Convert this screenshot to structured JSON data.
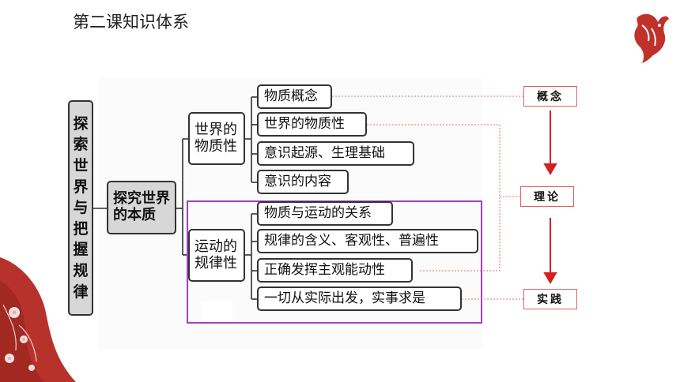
{
  "title": "第二课知识体系",
  "root": [
    "探",
    "索",
    "世",
    "界",
    "与",
    "把",
    "握",
    "规",
    "律"
  ],
  "level2": "探究世界的本质",
  "level3": [
    {
      "label": "世界的物质性",
      "children": [
        "物质概念",
        "世界的物质性",
        "意识起源、生理基础",
        "意识的内容"
      ]
    },
    {
      "label": "运动的规律性",
      "children": [
        "物质与运动的关系",
        "规律的含义、客观性、普遍性",
        "正确发挥主观能动性",
        "一切从实际出发，实事求是"
      ]
    }
  ],
  "labels": [
    "概念",
    "理论",
    "实践"
  ],
  "colors": {
    "arrow": "#d42020",
    "dotted": "#e07070",
    "highlight": "#a13ec9",
    "decor": "#c0312b"
  }
}
